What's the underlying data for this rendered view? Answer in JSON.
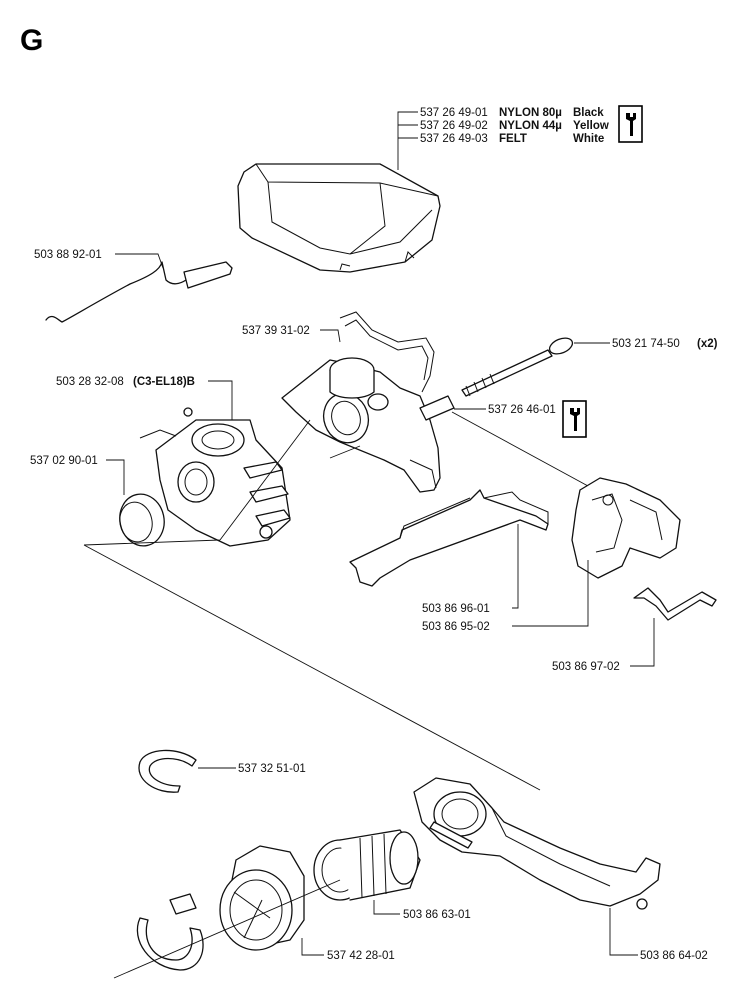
{
  "section_letter": "G",
  "filter_labels": [
    {
      "number": "537 26 49-01",
      "material": "NYLON 80µ",
      "color": "Black"
    },
    {
      "number": "537 26 49-02",
      "material": "NYLON 44µ",
      "color": "Yellow"
    },
    {
      "number": "537 26 49-03",
      "material": "FELT",
      "color": "White"
    }
  ],
  "labels": {
    "choke_rod": "503 88 92-01",
    "intake_bracket": "537 39 31-02",
    "screw": "503 21 74-50",
    "screw_qty": "(x2)",
    "carburetor_number": "503 28 32-08",
    "carburetor_model": "(C3-EL18)B",
    "bushing": "537 26 46-01",
    "ring": "537 02 90-01",
    "lever_a": "503 86 96-01",
    "lever_b": "503 86 95-02",
    "spring": "503 86 97-02",
    "circlip": "537 32 51-01",
    "intake_boot": "503 86 63-01",
    "clamp_plate": "537 42 28-01",
    "bracket_arm": "503 86 64-02"
  },
  "icons": [
    "tool-wrench-icon",
    "tool-wrench-icon"
  ]
}
